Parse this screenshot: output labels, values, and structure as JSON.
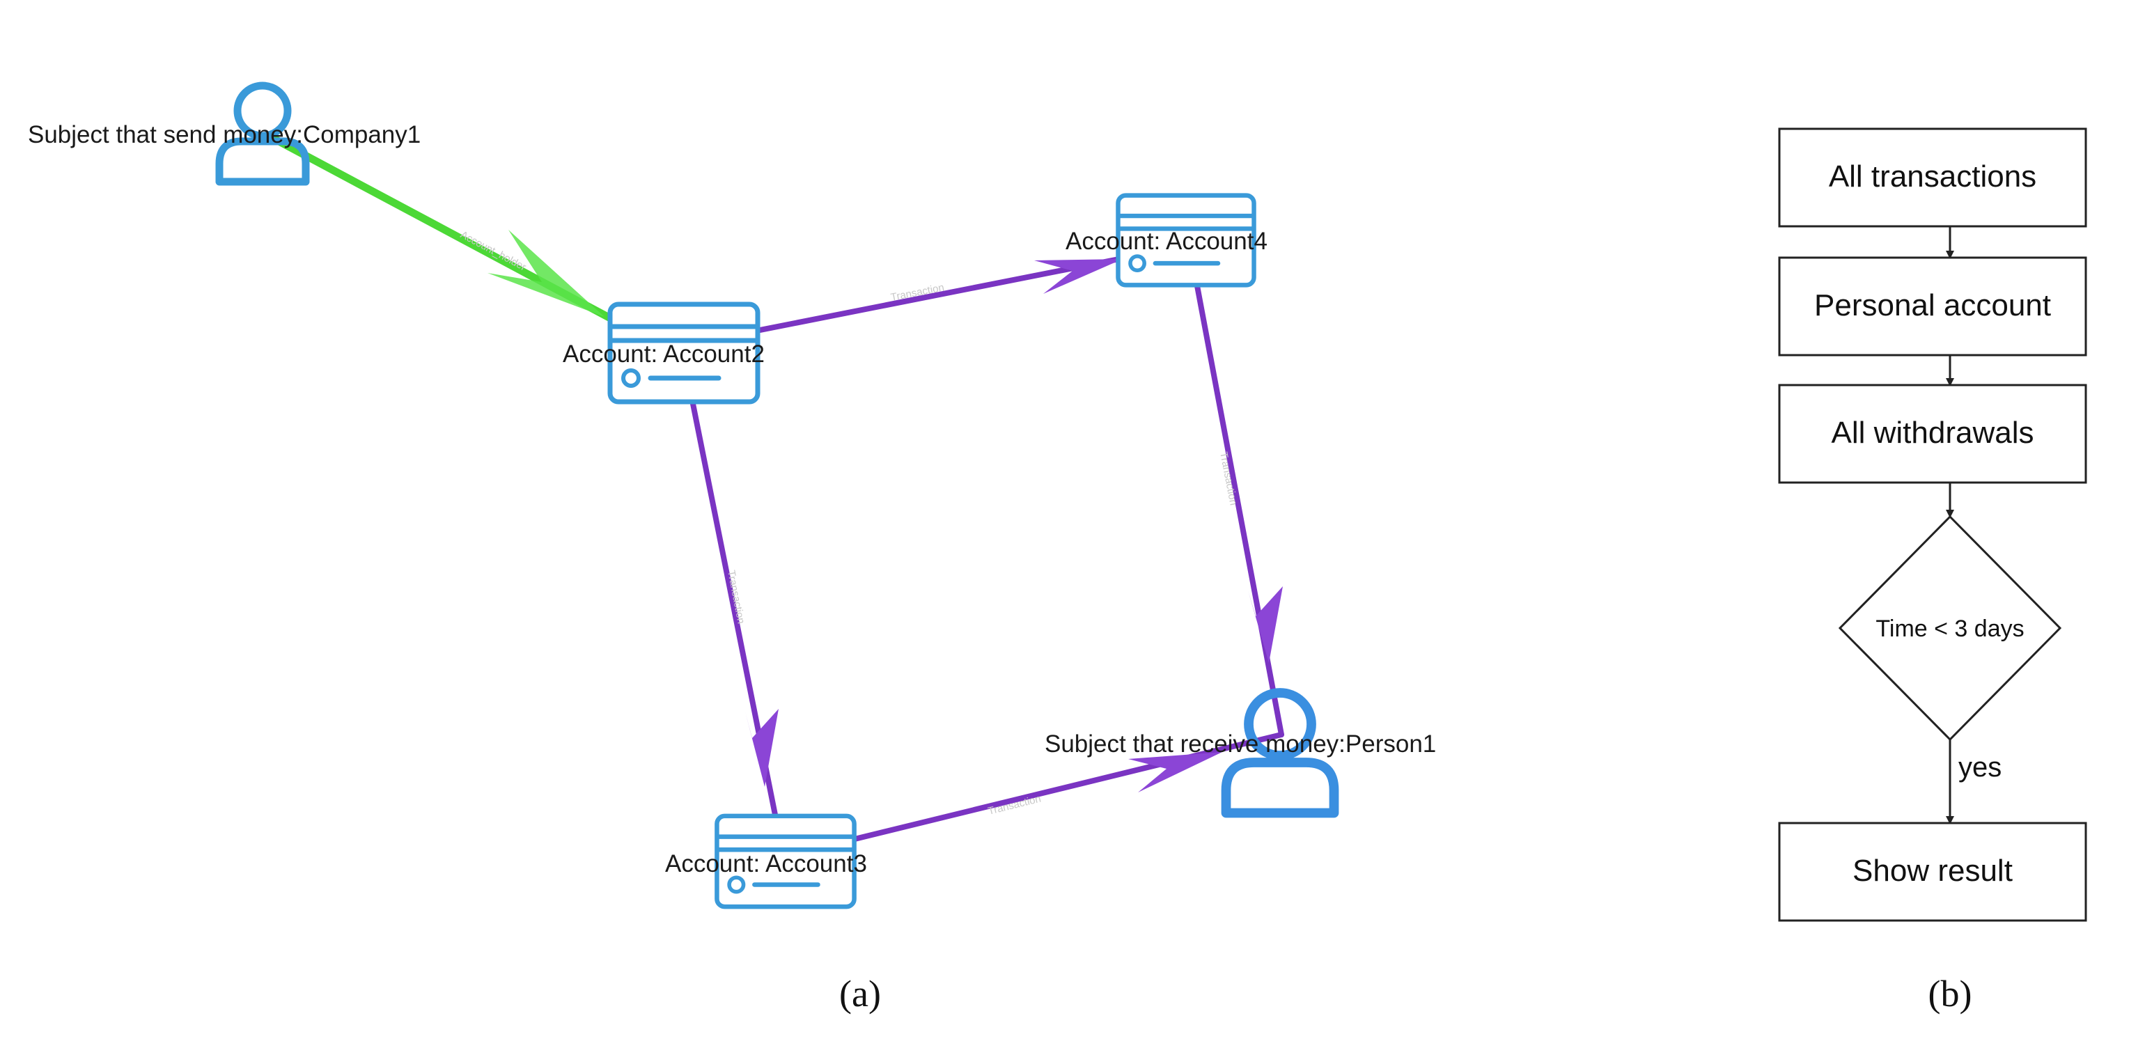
{
  "panel_a": {
    "nodes": {
      "company": {
        "label": "Subject that send money:Company1",
        "icon": "person-icon"
      },
      "account2": {
        "label": "Account: Account2",
        "icon": "account-card-icon"
      },
      "account3": {
        "label": "Account: Account3",
        "icon": "account-card-icon"
      },
      "account4": {
        "label": "Account: Account4",
        "icon": "account-card-icon"
      },
      "person": {
        "label": "Subject that receive money:Person1",
        "icon": "person-icon"
      }
    },
    "edges": {
      "company_account2": "Account_holder",
      "account2_account4": "Transaction",
      "account2_account3": "Transaction",
      "account4_person": "Transaction",
      "account3_person": "Transaction"
    },
    "colors": {
      "node": "#3a9ad9",
      "holder_edge": "#4cd836",
      "transaction_edge": "#7a34c2"
    },
    "caption": "(a)"
  },
  "panel_b": {
    "steps": {
      "step1": "All transactions",
      "step2": "Personal account",
      "step3": "All withdrawals",
      "decision": "Time < 3 days",
      "branch_yes": "yes",
      "result": "Show result"
    },
    "caption": "(b)"
  }
}
